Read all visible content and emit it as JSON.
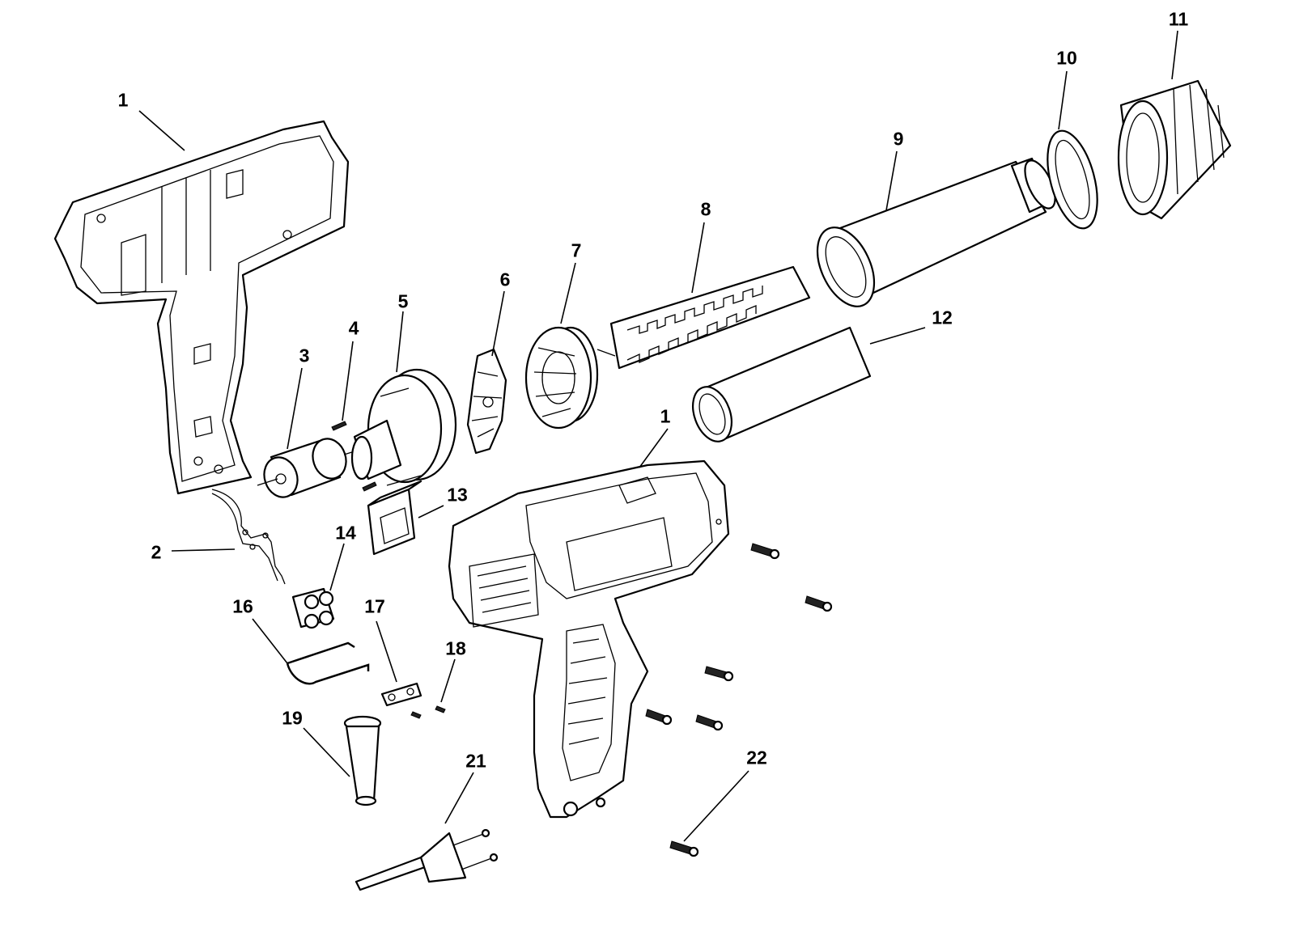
{
  "callouts": [
    {
      "id": "1a",
      "text": "1"
    },
    {
      "id": "1b",
      "text": "1"
    },
    {
      "id": "2",
      "text": "2"
    },
    {
      "id": "3",
      "text": "3"
    },
    {
      "id": "4",
      "text": "4"
    },
    {
      "id": "5",
      "text": "5"
    },
    {
      "id": "6",
      "text": "6"
    },
    {
      "id": "7",
      "text": "7"
    },
    {
      "id": "8",
      "text": "8"
    },
    {
      "id": "9",
      "text": "9"
    },
    {
      "id": "10",
      "text": "10"
    },
    {
      "id": "11",
      "text": "11"
    },
    {
      "id": "12",
      "text": "12"
    },
    {
      "id": "13",
      "text": "13"
    },
    {
      "id": "14",
      "text": "14"
    },
    {
      "id": "16",
      "text": "16"
    },
    {
      "id": "17",
      "text": "17"
    },
    {
      "id": "18",
      "text": "18"
    },
    {
      "id": "19",
      "text": "19"
    },
    {
      "id": "21",
      "text": "21"
    },
    {
      "id": "22",
      "text": "22"
    }
  ]
}
